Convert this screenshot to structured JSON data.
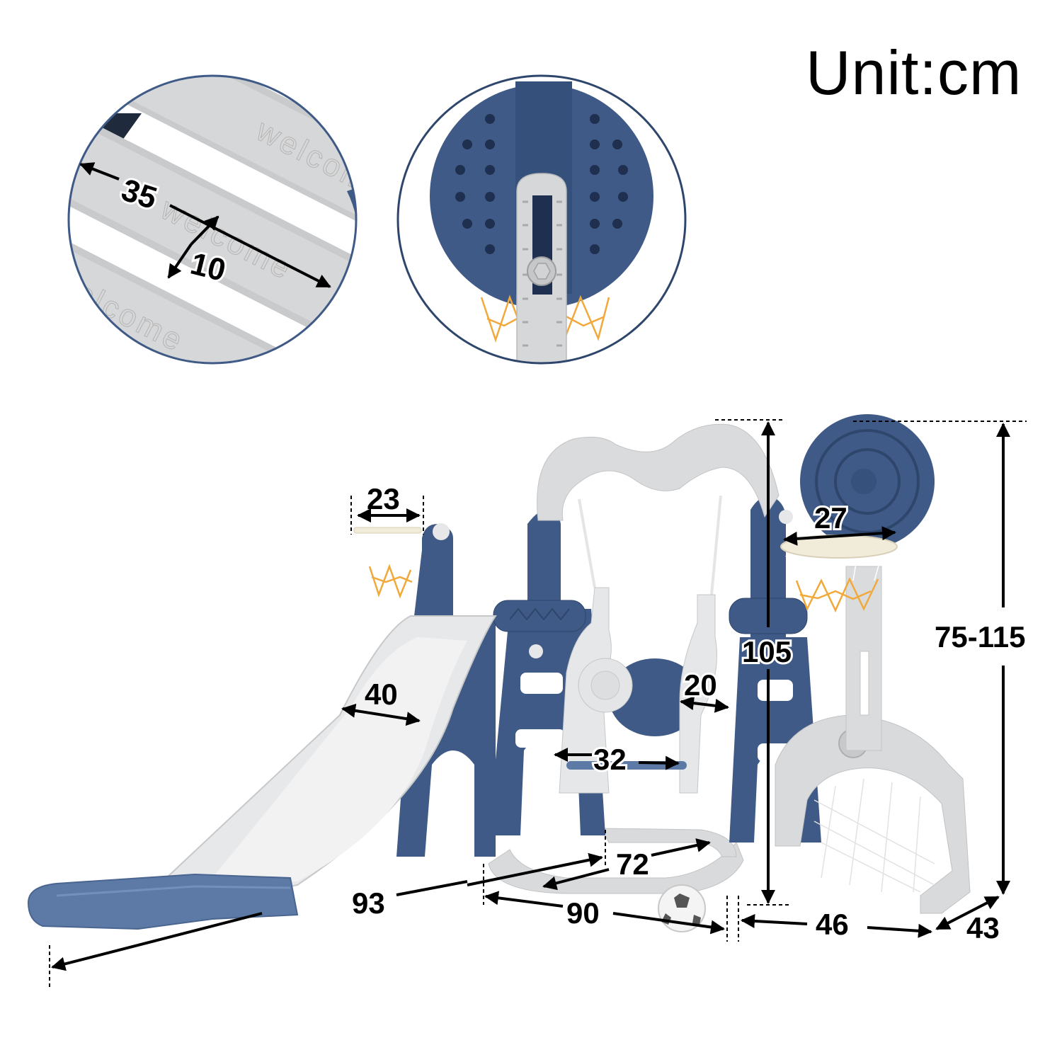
{
  "header": {
    "unit_label": "Unit:cm"
  },
  "colors": {
    "navy": "#3f5a86",
    "navy_dark": "#2f466c",
    "grey_plastic": "#d9dadc",
    "grey_light": "#ebebed",
    "slide_blue": "#5d7aa6",
    "net_orange": "#f0a93a",
    "rim_cream": "#f1ebda",
    "dimension_line": "#000000"
  },
  "insets": [
    {
      "id": "ladder-step-detail",
      "embossed_text": [
        "welcome",
        "welcome",
        "welcome"
      ],
      "dimensions": {
        "step_length": "35",
        "step_width": "10"
      }
    },
    {
      "id": "basketball-backboard-detail",
      "features": [
        "perforated-backboard",
        "adjustable-pole",
        "bolt",
        "orange-net"
      ]
    }
  ],
  "main_diagram": {
    "components": [
      "slide",
      "climbing-ladder",
      "swing",
      "basketball-hoop-small",
      "basketball-hoop-large",
      "soccer-goal",
      "football"
    ],
    "dimensions": {
      "small_hoop_diameter": "23",
      "large_hoop_diameter": "27",
      "slide_width": "40",
      "swing_seat_width": "32",
      "swing_seat_depth": "20",
      "swing_frame_height": "105",
      "hoop_height_range": "75-115",
      "swing_base_depth": "72",
      "slide_length": "93",
      "swing_base_width": "90",
      "goal_width": "46",
      "goal_depth": "43"
    }
  }
}
